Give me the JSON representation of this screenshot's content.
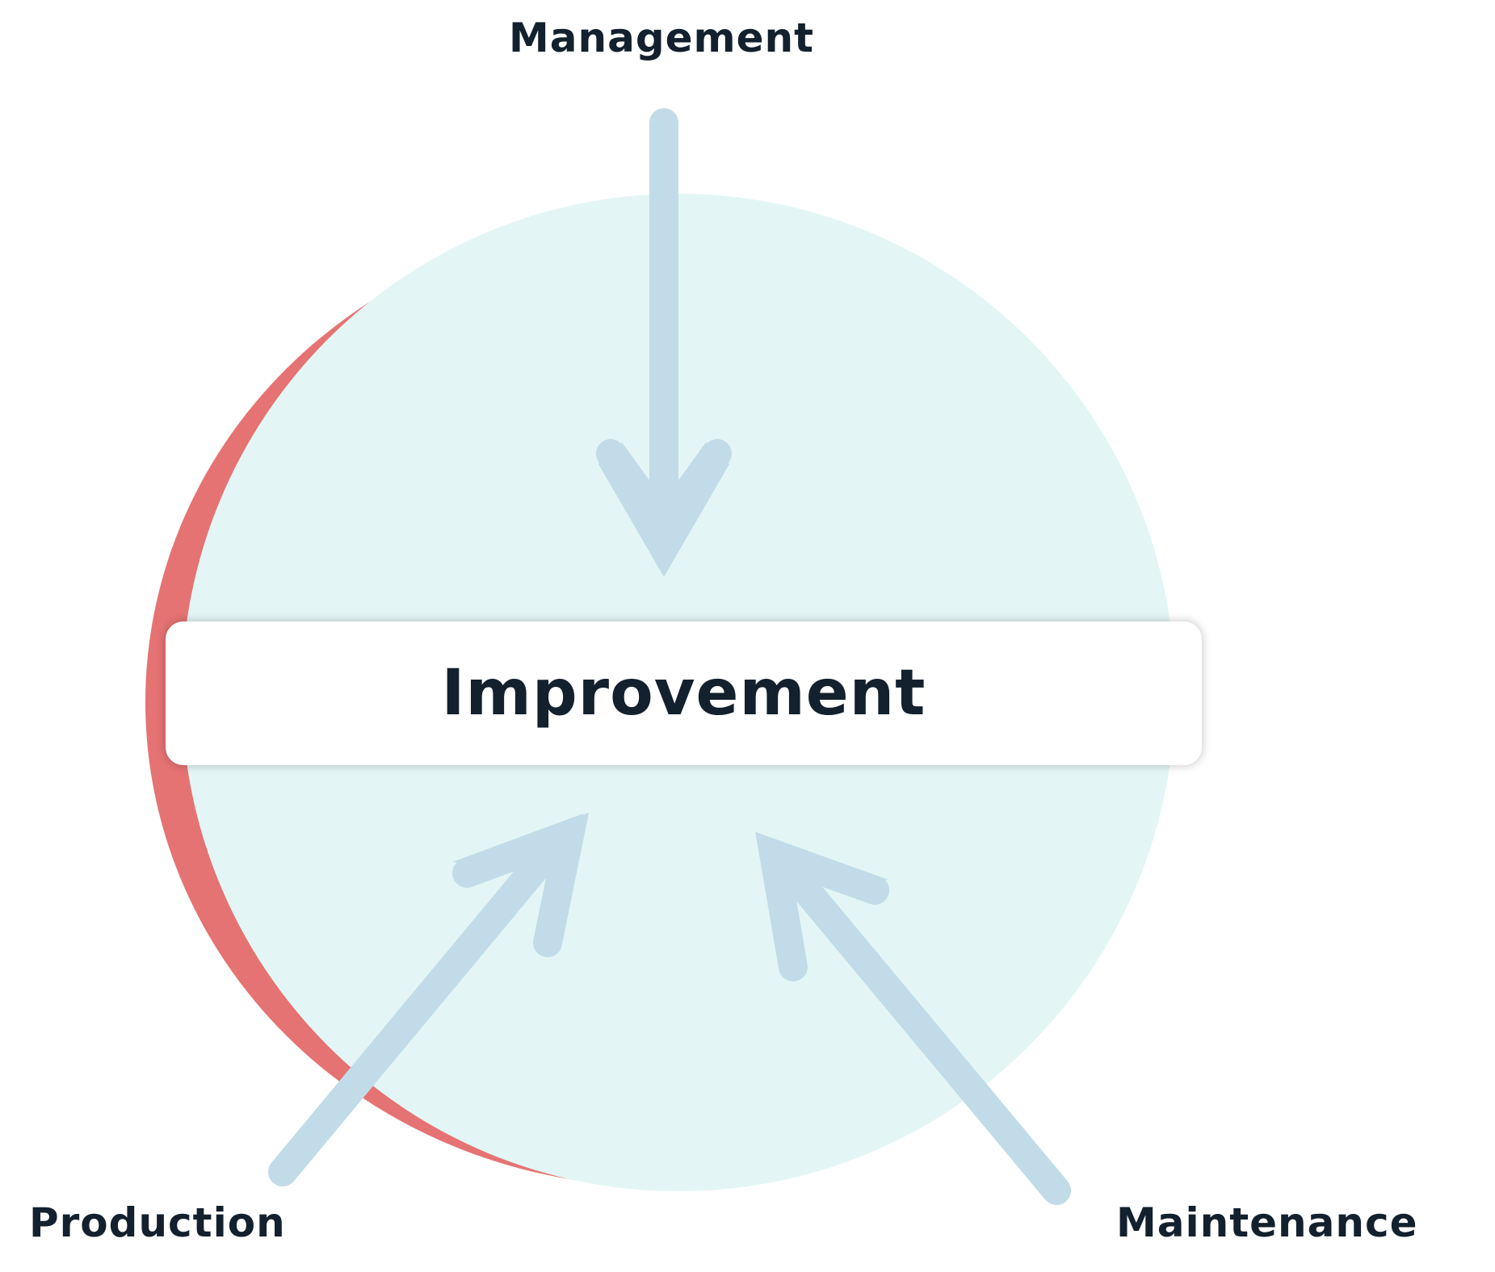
{
  "diagram": {
    "center": {
      "label": "Improvement"
    },
    "inputs": [
      {
        "label": "Management"
      },
      {
        "label": "Production"
      },
      {
        "label": "Maintenance"
      }
    ],
    "colors": {
      "circle_fill": "#e3f6f5",
      "shadow_crescent": "#e57373",
      "arrow": "#c1dce8",
      "text": "#13202e",
      "box": "#ffffff"
    }
  }
}
